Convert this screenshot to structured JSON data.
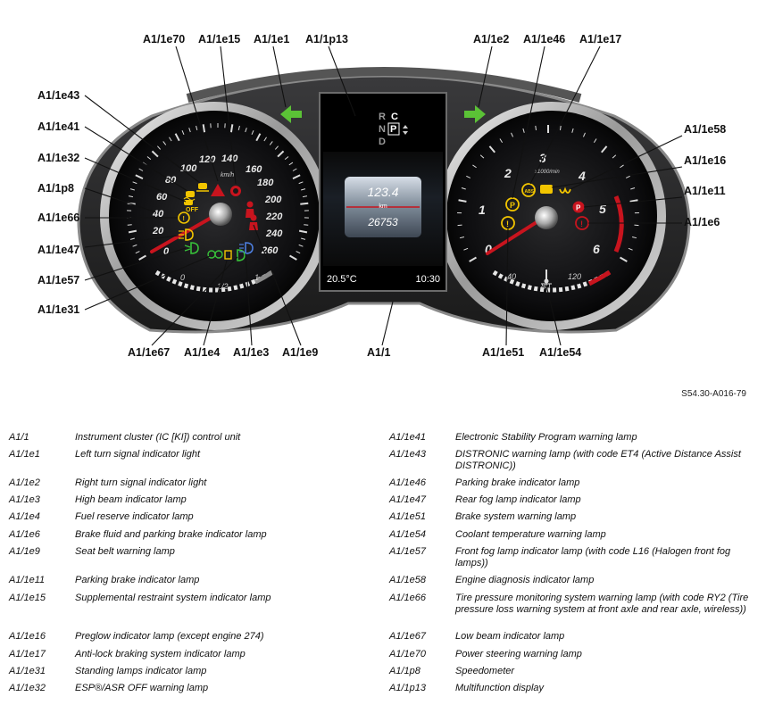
{
  "document_code": "S54.30-A016-79",
  "callouts": {
    "e70": "A1/1e70",
    "e15": "A1/1e15",
    "e1": "A1/1e1",
    "p13": "A1/1p13",
    "e2": "A1/1e2",
    "e46": "A1/1e46",
    "e17": "A1/1e17",
    "e43": "A1/1e43",
    "e41": "A1/1e41",
    "e32": "A1/1e32",
    "p8": "A1/1p8",
    "e66": "A1/1e66",
    "e47": "A1/1e47",
    "e57": "A1/1e57",
    "e31": "A1/1e31",
    "e67": "A1/1e67",
    "e4": "A1/1e4",
    "e3": "A1/1e3",
    "e9": "A1/1e9",
    "a1": "A1/1",
    "e51": "A1/1e51",
    "e54": "A1/1e54",
    "e58": "A1/1e58",
    "e16": "A1/1e16",
    "e11": "A1/1e11",
    "e6": "A1/1e6"
  },
  "speedometer": {
    "unit": "km/h",
    "scale": [
      "0",
      "20",
      "40",
      "60",
      "80",
      "100",
      "120",
      "140",
      "160",
      "180",
      "200",
      "220",
      "240",
      "260"
    ],
    "fuel_empty": "0",
    "fuel_half": "1/2",
    "fuel_full": "1"
  },
  "tachometer": {
    "unit": "x1000/min",
    "scale": [
      "0",
      "1",
      "2",
      "3",
      "4",
      "5",
      "6"
    ],
    "coolant_low": "40",
    "coolant_mid": "80",
    "coolant_high": "120"
  },
  "display": {
    "gears": [
      "R",
      "N",
      "D"
    ],
    "gear_column2": [
      "C",
      "P"
    ],
    "trip_value": "123.4",
    "trip_unit": "km",
    "odometer": "26753",
    "temperature": "20.5°C",
    "time": "10:30",
    "esp_off": "OFF"
  },
  "legend_left": [
    {
      "code": "A1/1",
      "desc": "Instrument cluster (IC [KI]) control unit"
    },
    {
      "code": "A1/1e1",
      "desc": "Left turn signal indicator light"
    },
    {
      "code": "A1/1e2",
      "desc": "Right turn signal indicator light"
    },
    {
      "code": "A1/1e3",
      "desc": "High beam indicator lamp"
    },
    {
      "code": "A1/1e4",
      "desc": "Fuel reserve indicator lamp"
    },
    {
      "code": "A1/1e6",
      "desc": "Brake fluid and parking brake indicator lamp"
    },
    {
      "code": "A1/1e9",
      "desc": "Seat belt warning lamp"
    },
    {
      "code": "A1/1e11",
      "desc": "Parking brake indicator lamp"
    },
    {
      "code": "A1/1e15",
      "desc": "Supplemental restraint system indicator lamp"
    },
    {
      "code": "A1/1e16",
      "desc": "Preglow indicator lamp (except engine 274)"
    },
    {
      "code": "A1/1e17",
      "desc": "Anti-lock braking system indicator lamp"
    },
    {
      "code": "A1/1e31",
      "desc": "Standing lamps indicator lamp"
    },
    {
      "code": "A1/1e32",
      "desc": "ESP®/ASR OFF warning lamp"
    }
  ],
  "legend_right": [
    {
      "code": "A1/1e41",
      "desc": "Electronic Stability Program warning lamp"
    },
    {
      "code": "A1/1e43",
      "desc": "DISTRONIC warning lamp (with code ET4 (Active Distance Assist DISTRONIC))"
    },
    {
      "code": "A1/1e46",
      "desc": "Parking brake indicator lamp"
    },
    {
      "code": "A1/1e47",
      "desc": "Rear fog lamp indicator lamp"
    },
    {
      "code": "A1/1e51",
      "desc": "Brake system warning lamp"
    },
    {
      "code": "A1/1e54",
      "desc": "Coolant temperature warning lamp"
    },
    {
      "code": "A1/1e57",
      "desc": "Front fog lamp indicator lamp (with code L16 (Halogen front fog lamps))"
    },
    {
      "code": "A1/1e58",
      "desc": "Engine diagnosis indicator lamp"
    },
    {
      "code": "A1/1e66",
      "desc": "Tire pressure monitoring system warning lamp (with code RY2 (Tire pressure loss warning system at front axle and rear axle, wireless))"
    },
    {
      "code": "A1/1e67",
      "desc": "Low beam indicator lamp"
    },
    {
      "code": "A1/1e70",
      "desc": "Power steering warning lamp"
    },
    {
      "code": "A1/1p8",
      "desc": "Speedometer"
    },
    {
      "code": "A1/1p13",
      "desc": "Multifunction display"
    }
  ]
}
